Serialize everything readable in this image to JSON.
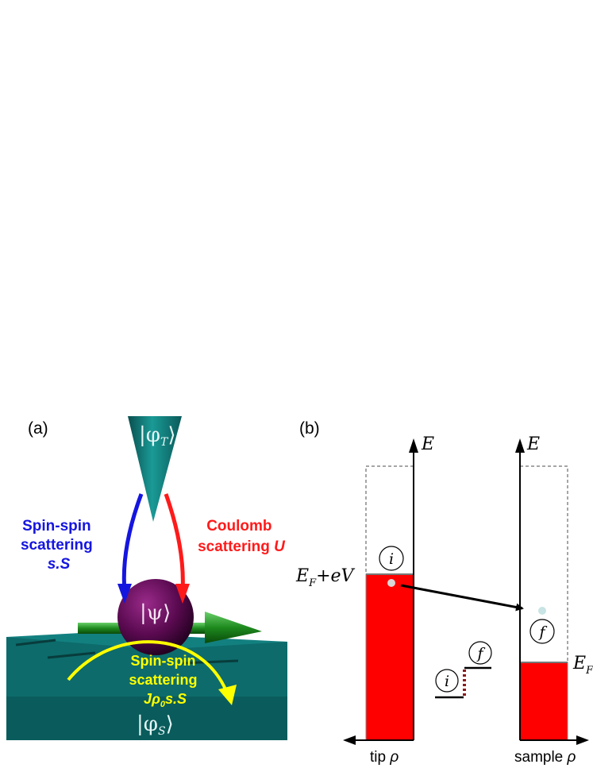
{
  "panel_a": {
    "label": "(a)",
    "tip_ket": "|φT⟩",
    "tip_ket_main": "φ",
    "tip_ket_sub": "T",
    "adatom_ket": "|ψ⟩",
    "adatom_ket_main": "ψ",
    "surface_ket": "|φS⟩",
    "surface_ket_main": "φ",
    "surface_ket_sub": "S",
    "left_arrow_label": [
      "Spin-spin",
      "scattering",
      "s.S"
    ],
    "right_arrow_label": [
      "Coulomb",
      "scattering U"
    ],
    "right_arrow_label_plain": "scattering ",
    "right_arrow_label_italic": "U",
    "surface_label": [
      "Spin-spin",
      "scattering",
      "Jρ0s.S"
    ],
    "surface_label_pre": "Jρ",
    "surface_label_sub": "0",
    "surface_label_post": "s.S",
    "colors": {
      "left_arrow": "#1515e0",
      "right_arrow": "#ff1a1a",
      "surface_arrow": "#ffff00",
      "tip": "#0e7a7a",
      "surface": "#0e6e6e",
      "adatom": "#4a0a40",
      "spin_arrow": "#1e9a1e"
    }
  },
  "panel_b": {
    "label": "(b)",
    "energy_axis_label": "E",
    "left_xlabel_plain": "tip ",
    "left_xlabel_italic": "ρ",
    "right_xlabel_plain": "sample ",
    "right_xlabel_italic": "ρ",
    "left_fermi_label_main": "E",
    "left_fermi_label_sub": "F",
    "left_fermi_label_suffix": "+eV",
    "right_fermi_label_main": "E",
    "right_fermi_label_sub": "F",
    "initial_marker": "i",
    "final_marker": "f",
    "level_initial_marker": "i",
    "level_final_marker": "f",
    "colors": {
      "filled_states": "#ff0000",
      "dashed_box": "#888888",
      "transition_dots": "#8b1a1a"
    }
  }
}
